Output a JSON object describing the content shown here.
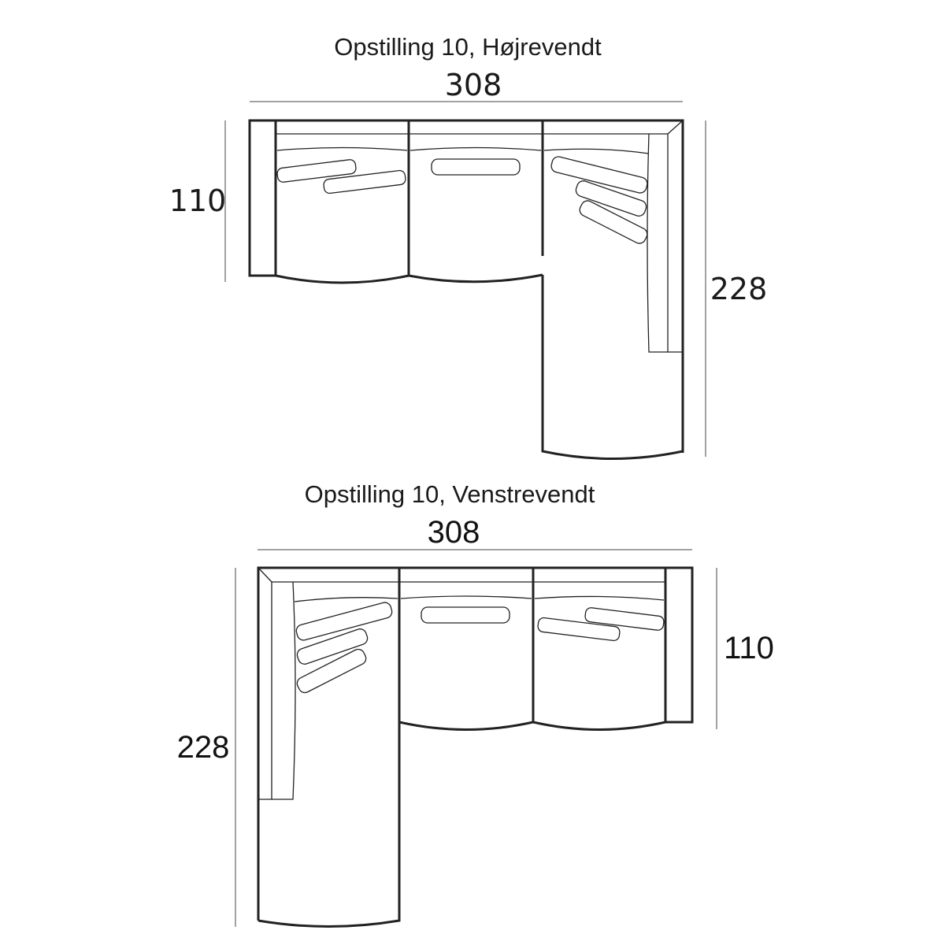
{
  "diagrams": [
    {
      "title": "Opstilling 10, Højrevendt",
      "width_label": "308",
      "depth_label": "110",
      "chaise_depth_label": "228"
    },
    {
      "title": "Opstilling 10, Venstrevendt",
      "width_label": "308",
      "depth_label": "110",
      "chaise_depth_label": "228"
    }
  ]
}
